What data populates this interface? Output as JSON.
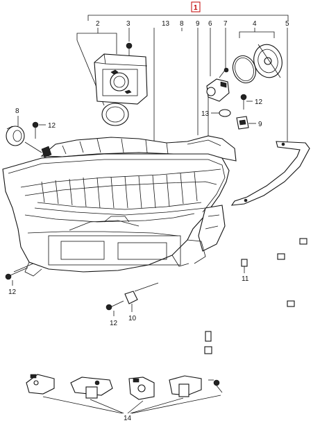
{
  "callouts": {
    "c1": "1",
    "c2": "2",
    "c3": "3",
    "c4": "4",
    "c5": "5",
    "c6": "6",
    "c7": "7",
    "c8_top": "8",
    "c8_left": "8",
    "c9_top": "9",
    "c9_right": "9",
    "c10": "10",
    "c11": "11",
    "c12_a": "12",
    "c12_b": "12",
    "c12_c": "12",
    "c12_d": "12",
    "c13_top": "13",
    "c13_right": "13",
    "c14": "14"
  },
  "colors": {
    "highlight": "#c00000",
    "line": "#111111",
    "fill": "#ffffff"
  }
}
